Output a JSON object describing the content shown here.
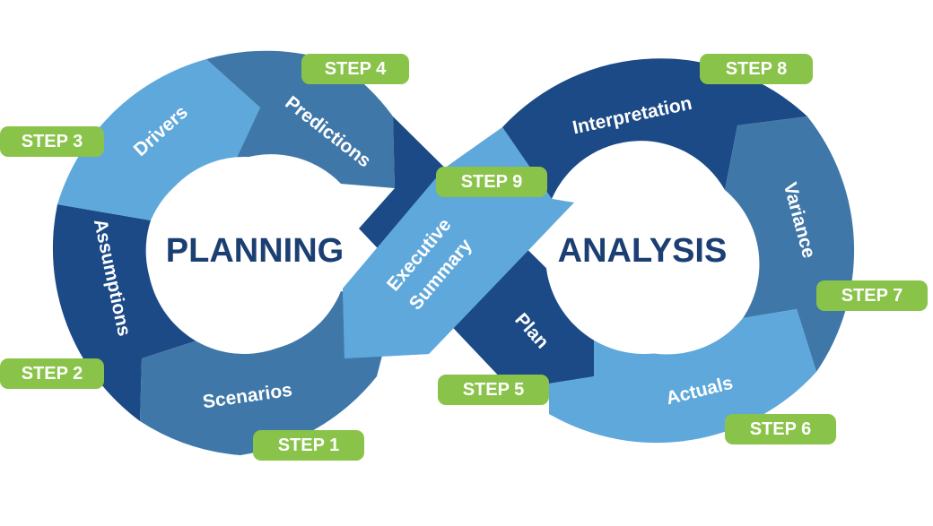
{
  "colors": {
    "dark_blue": "#1b4a86",
    "mid_blue": "#3f77a8",
    "light_blue": "#5fa8db",
    "title_text": "#1b3f73",
    "step_green": "#8ac34a"
  },
  "loops": {
    "left_title": "PLANNING",
    "right_title": "ANALYSIS"
  },
  "segments": {
    "scenarios": "Scenarios",
    "assumptions": "Assumptions",
    "drivers": "Drivers",
    "predictions": "Predictions",
    "plan": "Plan",
    "actuals": "Actuals",
    "variance": "Variance",
    "interpretation": "Interpretation",
    "executive_summary_line1": "Executive",
    "executive_summary_line2": "Summary"
  },
  "steps": {
    "step1": "STEP 1",
    "step2": "STEP 2",
    "step3": "STEP 3",
    "step4": "STEP 4",
    "step5": "STEP 5",
    "step6": "STEP 6",
    "step7": "STEP 7",
    "step8": "STEP 8",
    "step9": "STEP 9"
  }
}
